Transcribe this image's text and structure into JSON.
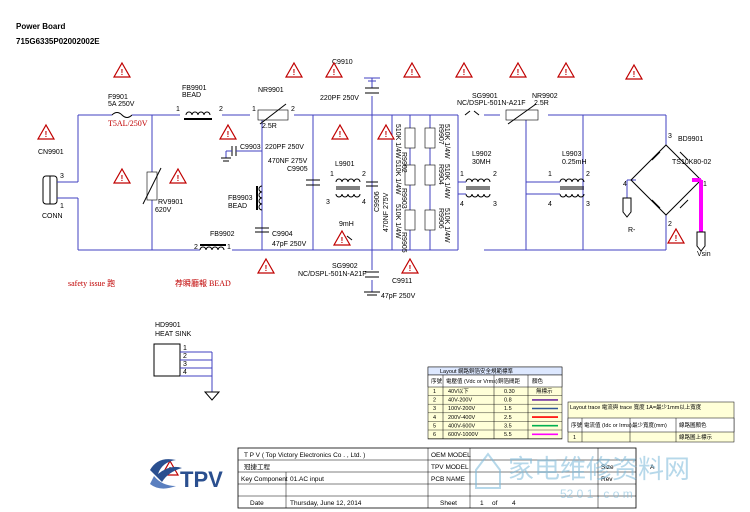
{
  "header": {
    "title": "Power Board",
    "part_number": "715G6335P02002002E"
  },
  "components": {
    "cn9901": {
      "ref": "CN9901",
      "type": "CONN",
      "pin1": "1",
      "pin3": "3"
    },
    "f9901": {
      "ref": "F9901",
      "value": "5A 250V",
      "note": "T5AL/250V"
    },
    "fb9901": {
      "ref": "FB9901",
      "value": "BEAD",
      "pin1": "1",
      "pin2": "2"
    },
    "nr9901": {
      "ref": "NR9901",
      "value": "2.5R",
      "pin1": "1",
      "pin2": "2"
    },
    "c9910": {
      "ref": "C9910",
      "value": "220PF 250V"
    },
    "c9903": {
      "ref": "C9903",
      "value": "220PF 250V"
    },
    "c9905": {
      "ref": "C9905",
      "value": "470NF 275V"
    },
    "rv9901": {
      "ref": "RV9901",
      "value": "620V"
    },
    "fb9903": {
      "ref": "FB9903",
      "value": "BEAD"
    },
    "c9904": {
      "ref": "C9904",
      "value": "47pF 250V"
    },
    "fb9902": {
      "ref": "FB9902",
      "value": "BEAD",
      "pin1": "1",
      "pin2": "2"
    },
    "l9901": {
      "ref": "L9901",
      "value": "9mH",
      "pins": [
        "1",
        "2",
        "3",
        "4"
      ]
    },
    "sg9902": {
      "ref": "SG9902",
      "value": "NC/DSPL-501N-A21F"
    },
    "c9906": {
      "ref": "C9906",
      "value": "470NF 275V"
    },
    "c9911": {
      "ref": "C9911",
      "value": "47pF 250V"
    },
    "r9902": {
      "ref": "R9902",
      "value": "510K 1/4W"
    },
    "r9903": {
      "ref": "R9903",
      "value": "510K 1/4W"
    },
    "r9904": {
      "ref": "R9904",
      "value": "510K 1/4W"
    },
    "r9905": {
      "ref": "R9905",
      "value": "510K 1/4W"
    },
    "r9906": {
      "ref": "R9906",
      "value": "510K 1/4W"
    },
    "r9907": {
      "ref": "R9907",
      "value": "510K 1/4W"
    },
    "sg9901": {
      "ref": "SG9901",
      "value": "NC/DSPL-501N-A21F"
    },
    "nr9902": {
      "ref": "NR9902",
      "value": "2.5R"
    },
    "l9902": {
      "ref": "L9902",
      "value": "30MH",
      "pins": [
        "1",
        "2",
        "3",
        "4"
      ]
    },
    "l9903": {
      "ref": "L9903",
      "value": "0.25mH",
      "pins": [
        "1",
        "2",
        "3",
        "4"
      ]
    },
    "bd9901": {
      "ref": "BD9901",
      "value": "TS10K80-02",
      "pins": [
        "1",
        "2",
        "3",
        "4"
      ],
      "net_neg": "R-",
      "net_out": "Vsin"
    },
    "hd9901": {
      "ref": "HD9901",
      "value": "HEAT SINK",
      "pins": [
        "1",
        "2",
        "3",
        "4"
      ]
    }
  },
  "notes": {
    "safety": "safety issue 跑",
    "bead_note": "荐瞬廳報   BEAD"
  },
  "trace_table": {
    "title": "Layout 網路銅箔安全規範標準",
    "headers": [
      "序號",
      "電壓值 (Vdc or Vrms)",
      "銅箔間距",
      "顏色"
    ],
    "rows": [
      [
        "1",
        "40V以下",
        "0.30",
        "無標示"
      ],
      [
        "2",
        "40V-200V",
        "0.8",
        ""
      ],
      [
        "3",
        "100V-200V",
        "1.5",
        ""
      ],
      [
        "4",
        "200V-400V",
        "2.5",
        ""
      ],
      [
        "5",
        "400V-600V",
        "3.5",
        ""
      ],
      [
        "6",
        "600V-1000V",
        "5.5",
        ""
      ]
    ],
    "colors": [
      "#000000",
      "#7030a0",
      "#2f5597",
      "#ff0000",
      "#00b050",
      "#ff00ff"
    ]
  },
  "layout_table": {
    "title": "Layout trace 電流與 trace 寬度 1A=最少1mm以上寬度",
    "headers": [
      "序號",
      "電流值 (Idc or Irms)",
      "最少寬度(mm)",
      "線路圖顏色"
    ],
    "rows": [
      [
        "1",
        "",
        "",
        "線路圖上標示"
      ]
    ]
  },
  "title_block": {
    "company": "T P V  ( Top   Victory   Electronics   Co . ,  Ltd. )",
    "company_cn": "冠捷工程",
    "key_component_label": "Key Component",
    "subtitle": "01.AC input",
    "date_label": "Date",
    "date": "Thursday, June 12, 2014",
    "oem_model_label": "OEM MODEL",
    "tpv_model_label": "TPV MODEL",
    "pcb_name_label": "PCB NAME",
    "sheet_label": "Sheet",
    "sheet_no": "1",
    "of_label": "of",
    "sheet_total": "4",
    "size_label": "Size",
    "size": "A",
    "rev_label": "Rev",
    "logo": "TPV"
  },
  "watermark": {
    "text": "家电维修资料网",
    "url": "52 0 1 . c o m"
  }
}
